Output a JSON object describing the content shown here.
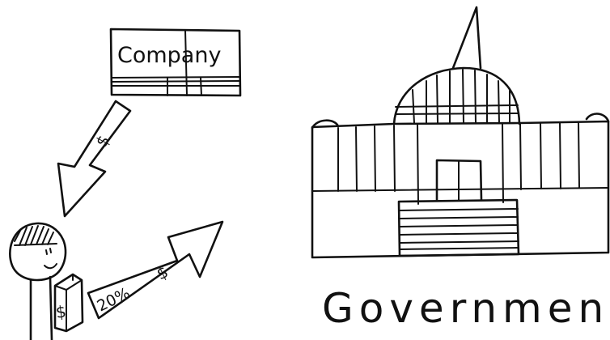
{
  "labels": {
    "company": "Company",
    "government": "Government",
    "percent": "20%",
    "dollar": "$"
  },
  "colors": {
    "ink": "#111111",
    "paper": "#ffffff"
  }
}
